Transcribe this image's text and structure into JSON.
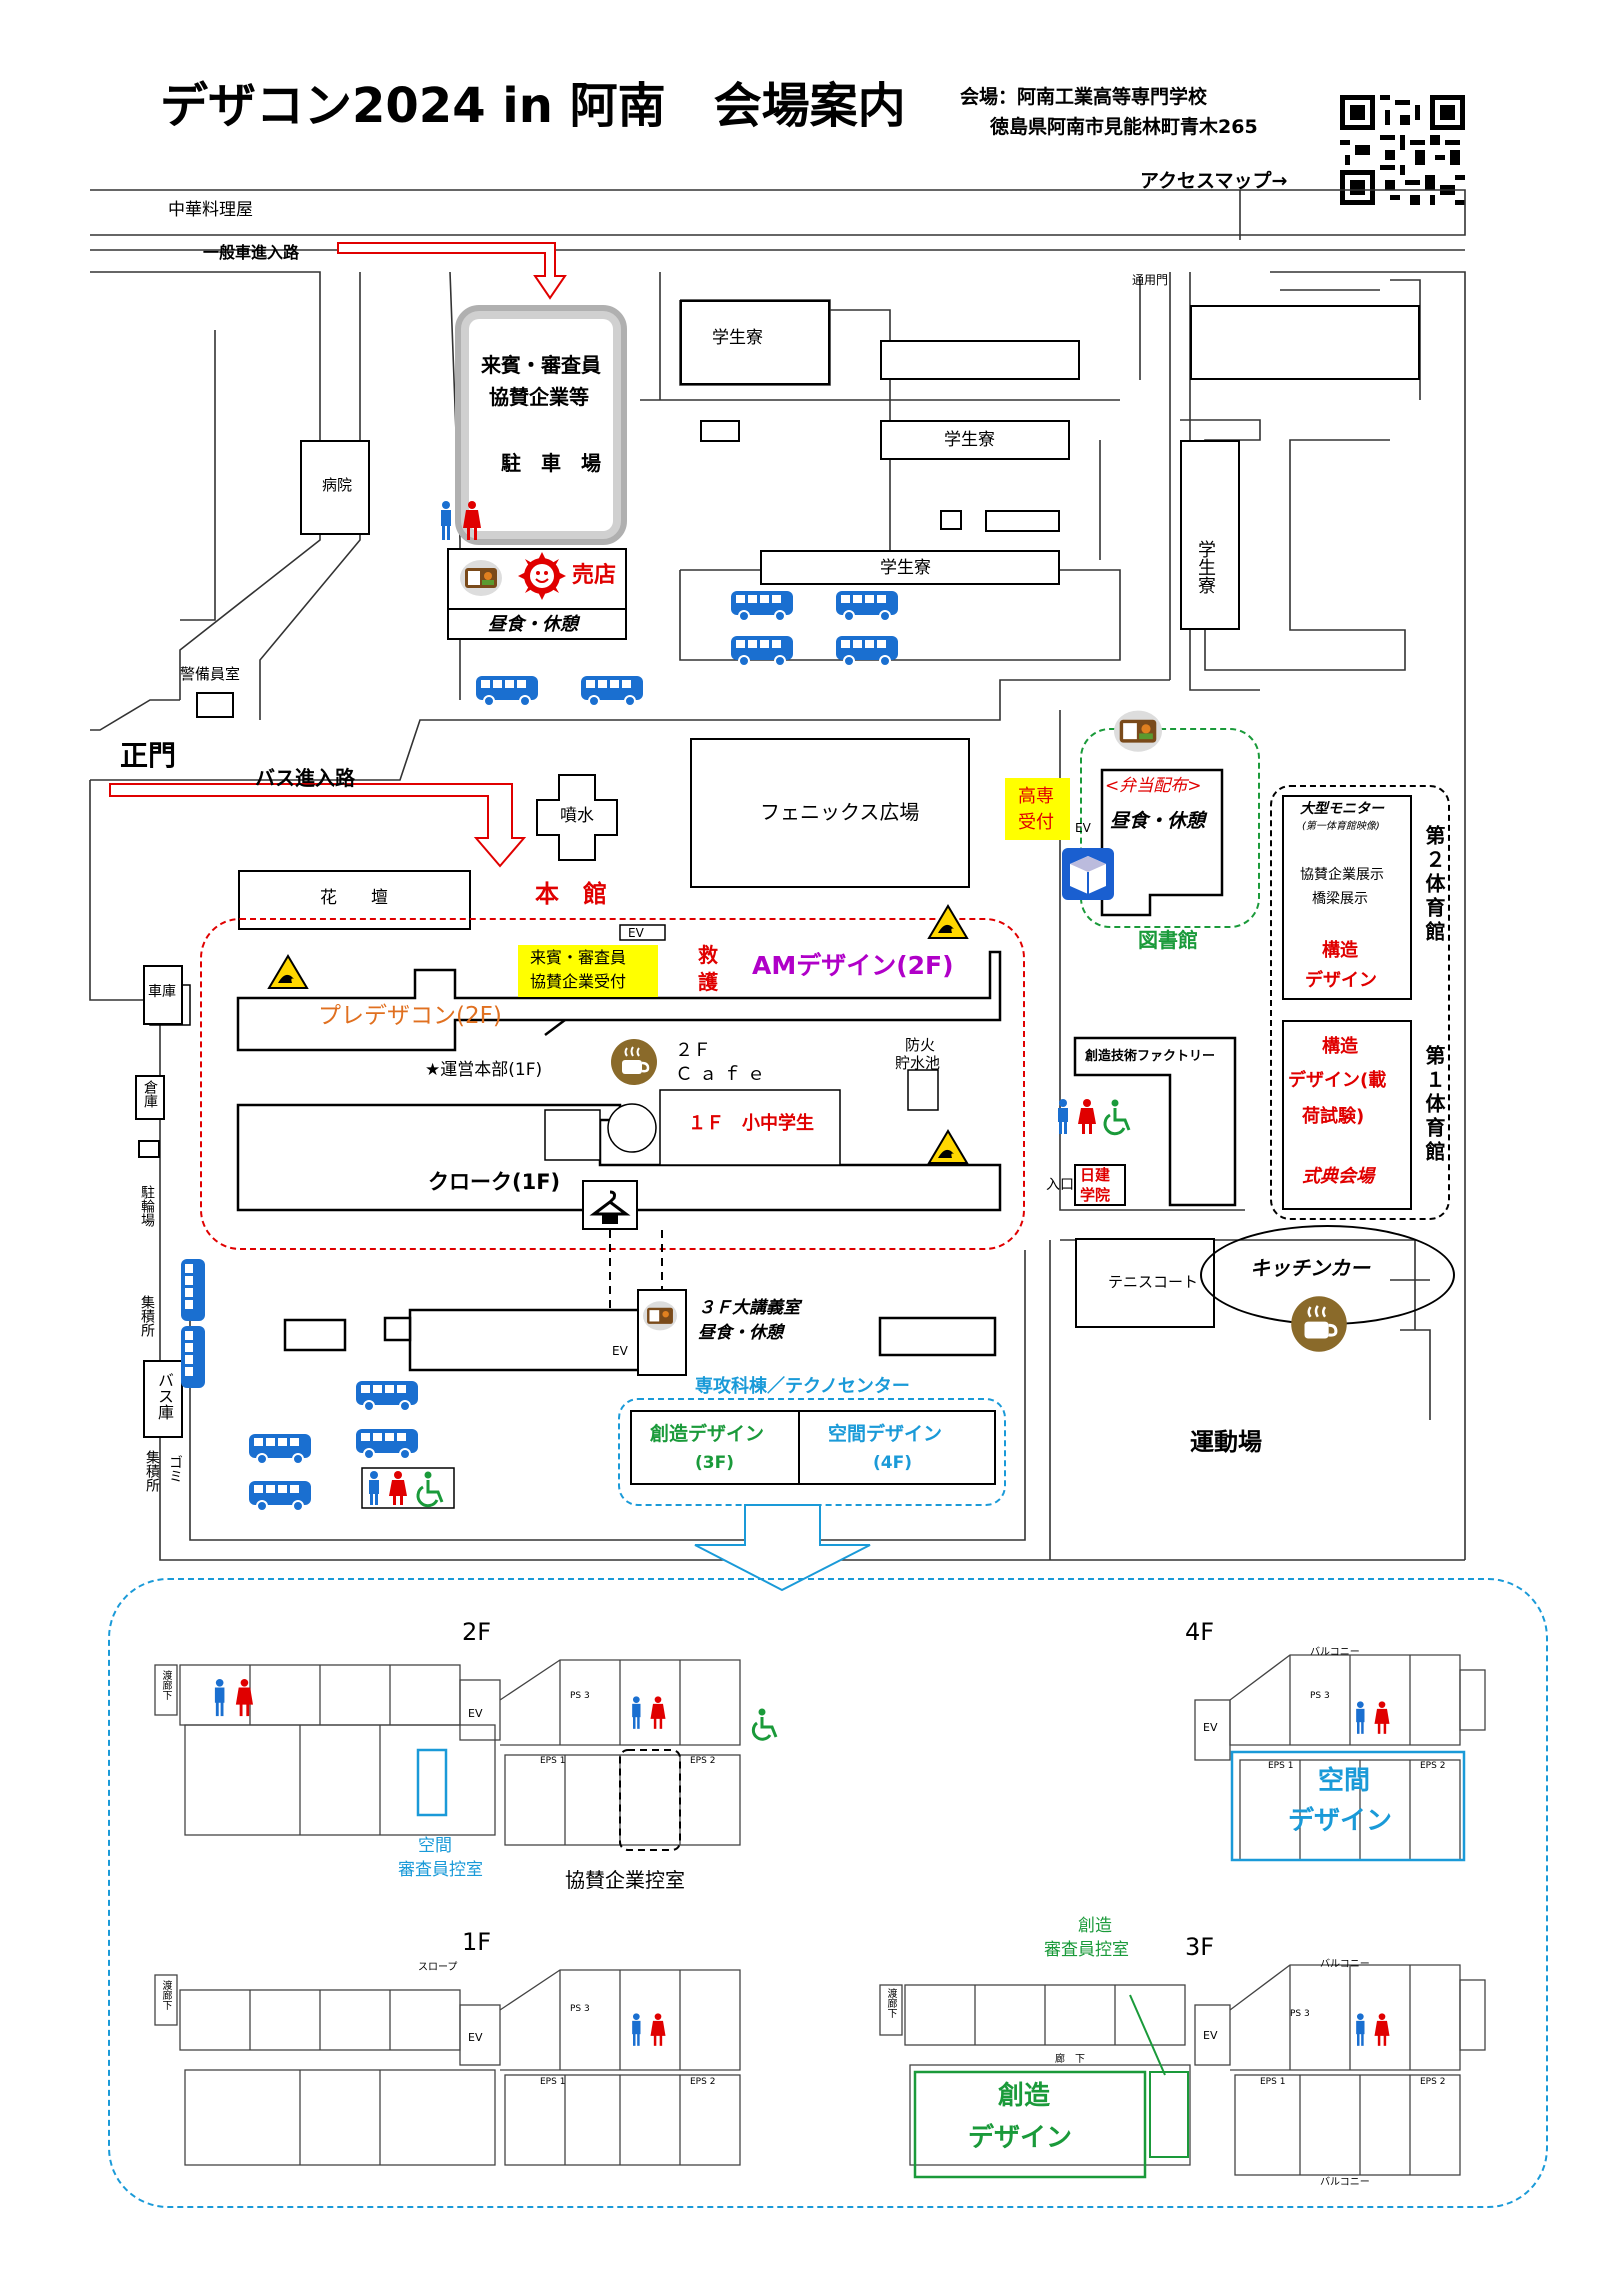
{
  "header": {
    "title": "デザコン2024 in 阿南　会場案内",
    "venue_line1": "会場：阿南工業高等専門学校",
    "venue_line2": "徳島県阿南市見能林町青木265",
    "access_map": "アクセスマップ→",
    "qr_icon": "qr-code-icon"
  },
  "roads": {
    "chinese_restaurant": "中華料理屋",
    "general_vehicle_route": "一般車進入路",
    "bus_route": "バス進入路",
    "main_gate": "正門",
    "side_gate": "通用門"
  },
  "buildings": {
    "vip_parking": [
      "来賓・審査員",
      "協賛企業等",
      "駐　車　場"
    ],
    "shop": "売店",
    "lunch_rest": "昼食・休憩",
    "dorm": "学生寮",
    "dorm_vertical": "学生寮",
    "hospital": "病院",
    "guard_room": "警備員室",
    "fountain": "噴水",
    "phoenix_plaza": "フェニックス広場",
    "flower_bed": "花　　壇",
    "main_hall": "本　館",
    "garage": "車庫",
    "warehouse": "倉庫",
    "bicycle_parking": "駐輪場",
    "collection_point": "集積所",
    "bus_garage": "バス庫",
    "garbage_collection": "集積所",
    "garbage": "ゴミ",
    "fire_pond": [
      "防火",
      "貯水池"
    ],
    "tennis_court": "テニスコート",
    "sports_ground": "運動場",
    "library": "図書館",
    "bento": "<弁当配布>",
    "library_lunch": "昼食・休憩",
    "kosen_reception": [
      "高専",
      "受付"
    ],
    "factory": "創造技術ファクトリー",
    "entrance": "入口",
    "nikken": [
      "日建",
      "学院"
    ],
    "kitchen_car": "キッチンカー",
    "gym2": "第２体育館",
    "gym1": "第１体育館",
    "big_monitor": "大型モニター",
    "big_monitor_sub": "(第一体育館映像)",
    "sponsor_exhibit": "協賛企業展示",
    "bridge_exhibit": "橋梁展示",
    "structure_design": [
      "構造",
      "デザイン"
    ],
    "structure_design_load": [
      "構造",
      "デザイン(載",
      "荷試験)"
    ],
    "ceremony_hall": "式典会場",
    "lecture_room": [
      "３Ｆ大講義室",
      "昼食・休憩"
    ],
    "senkou": "専攻科棟／テクノセンター",
    "creative_design": [
      "創造デザイン",
      "(3F)"
    ],
    "space_design": [
      "空間デザイン",
      "(4F)"
    ],
    "ev": "EV"
  },
  "main_hall": {
    "vip_reception": [
      "来賓・審査員",
      "協賛企業受付"
    ],
    "first_aid": [
      "救",
      "護"
    ],
    "am_design": "AMデザイン(2F)",
    "pre_decon": "プレデザコン(2F)",
    "hq": "★運営本部(1F)",
    "cafe": [
      "２Ｆ",
      "Ｃａｆｅ"
    ],
    "elem_school": "１Ｆ　小中学生",
    "cloak": "クローク(1F)"
  },
  "floors": {
    "f2": "2F",
    "f1": "1F",
    "f4": "4F",
    "f3": "3F",
    "space_judges": [
      "空間",
      "審査員控室"
    ],
    "sponsor_room": "協賛企業控室",
    "space_design_big": [
      "空間",
      "デザイン"
    ],
    "creative_judges": [
      "創造",
      "審査員控室"
    ],
    "creative_design_big": [
      "創造",
      "デザイン"
    ],
    "corridor": "渡廊下",
    "slope": "スロープ",
    "balcony": "バルコニー",
    "hallway": "廊　下",
    "ps3": "PS 3",
    "eps1": "EPS 1",
    "eps2": "EPS 2"
  },
  "colors": {
    "red": "#e00000",
    "green": "#1a9a3a",
    "cyan": "#1a9ad8",
    "purple": "#b000c8",
    "orange": "#e07020",
    "bus": "#1a6fd0",
    "yellow": "#ffff00"
  }
}
